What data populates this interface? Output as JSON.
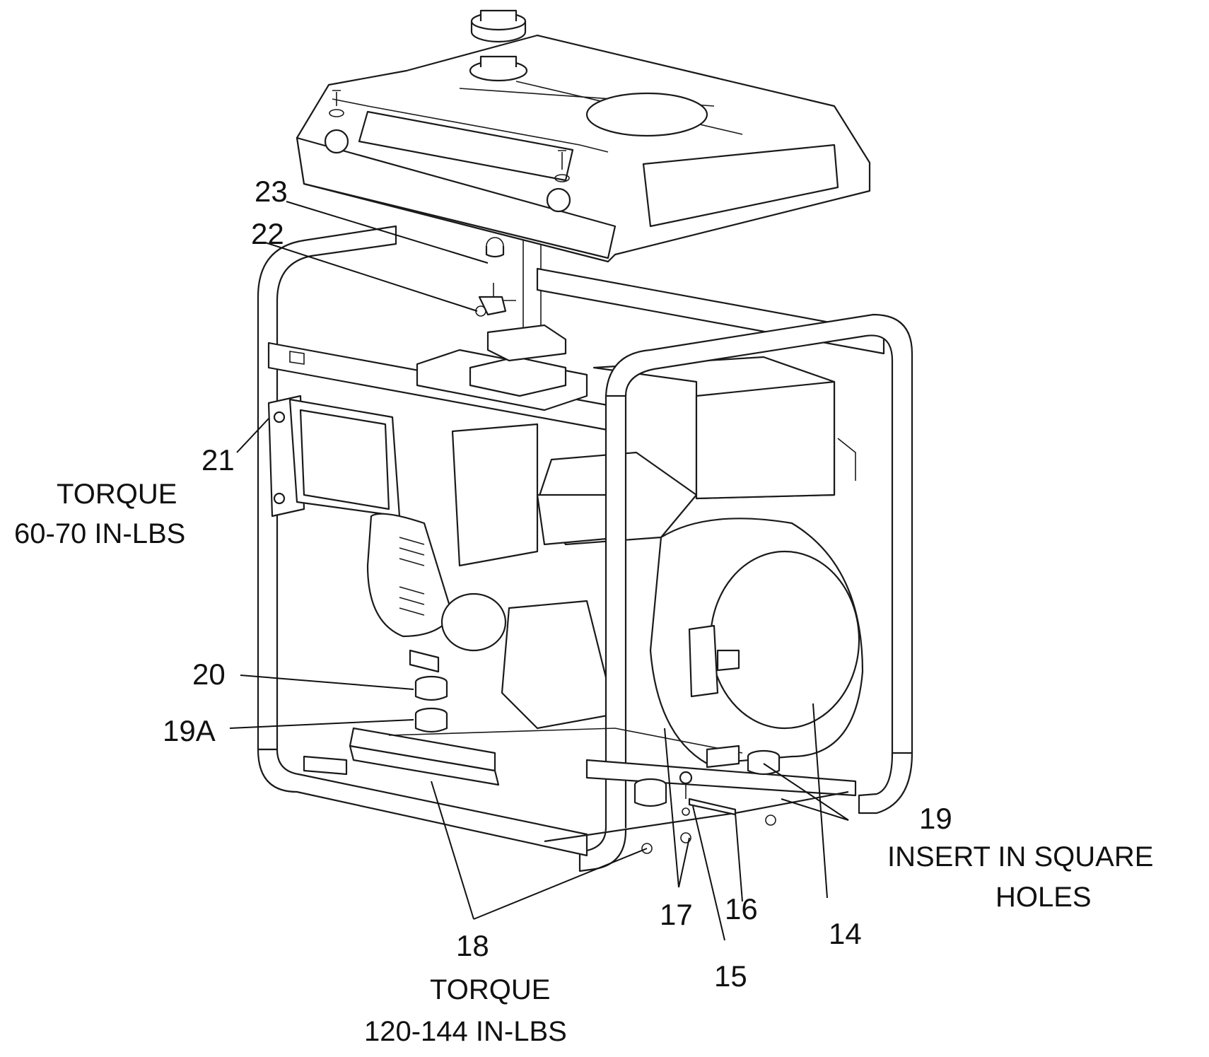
{
  "callouts": {
    "c14": "14",
    "c15": "15",
    "c16": "16",
    "c17": "17",
    "c18": "18",
    "c19": "19",
    "c19a": "19A",
    "c20": "20",
    "c21": "21",
    "c22": "22",
    "c23": "23"
  },
  "notes": {
    "torque_21_line1": "TORQUE",
    "torque_21_line2": "60-70 IN-LBS",
    "insert_19_line1": "INSERT IN SQUARE",
    "insert_19_line2": "HOLES",
    "torque_18_line1": "TORQUE",
    "torque_18_line2": "120-144 IN-LBS"
  },
  "colors": {
    "line": "#1a1a1a",
    "background": "#ffffff"
  }
}
